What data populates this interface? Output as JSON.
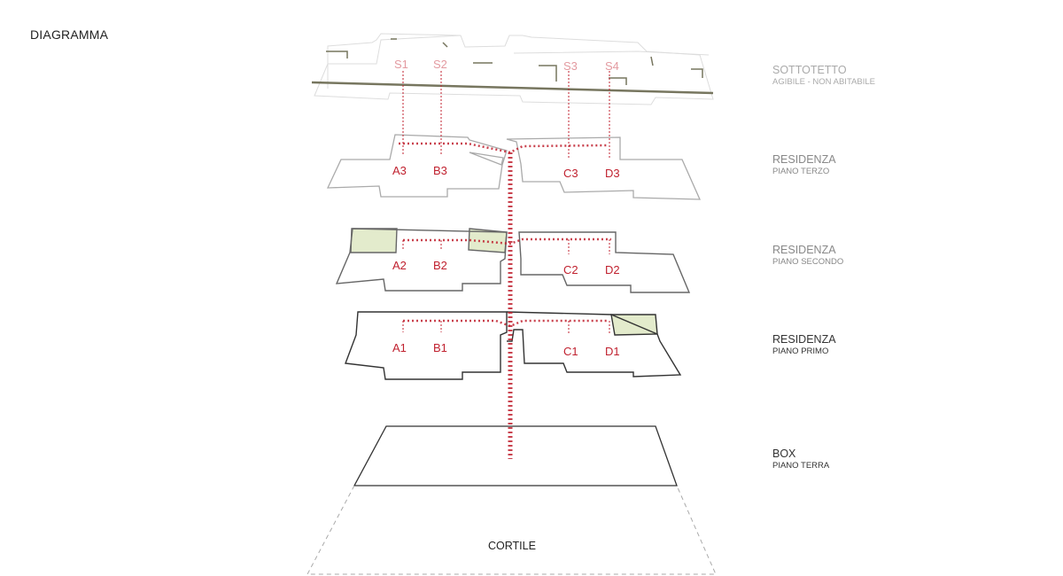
{
  "title": "DIAGRAMMA",
  "levels": [
    {
      "main": "SOTTOTETTO",
      "sub": "AGIBILE - NON ABITABILE"
    },
    {
      "main": "RESIDENZA",
      "sub": "PIANO TERZO"
    },
    {
      "main": "RESIDENZA",
      "sub": "PIANO SECONDO"
    },
    {
      "main": "RESIDENZA",
      "sub": "PIANO PRIMO"
    },
    {
      "main": "BOX",
      "sub": "PIANO TERRA"
    }
  ],
  "units": {
    "attic": [
      "S1",
      "S2",
      "S3",
      "S4"
    ],
    "third": [
      "A3",
      "B3",
      "C3",
      "D3"
    ],
    "second": [
      "A2",
      "B2",
      "C2",
      "D2"
    ],
    "first": [
      "A1",
      "B1",
      "C1",
      "D1"
    ]
  },
  "courtyard": "CORTILE",
  "colors": {
    "path": "#c0212f",
    "green": "#e3ebcc"
  }
}
